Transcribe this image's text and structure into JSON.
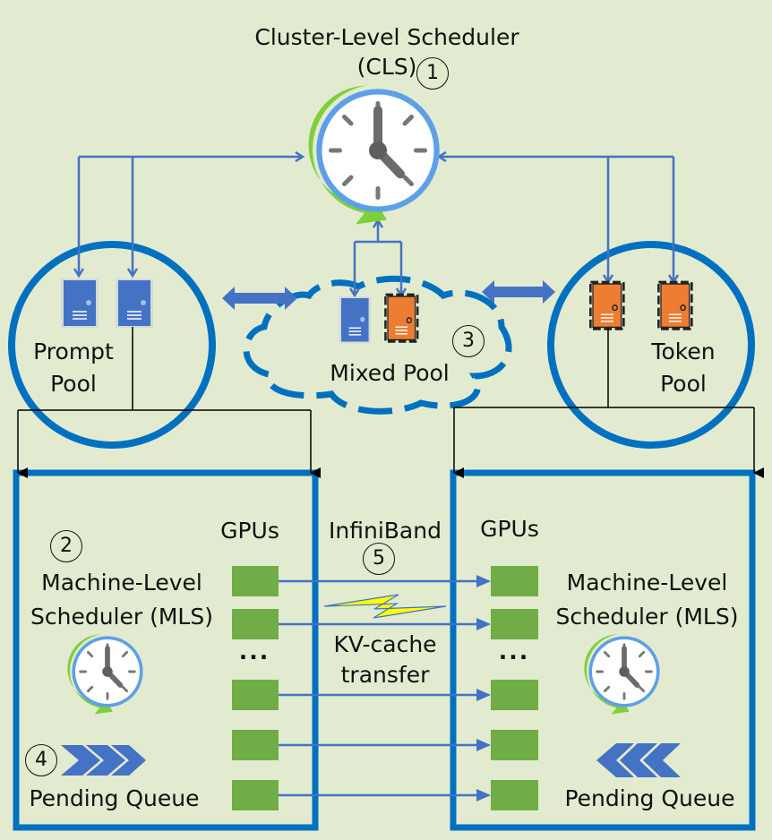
{
  "title": {
    "line1": "Cluster-Level Scheduler",
    "line2": "(CLS)"
  },
  "markers": {
    "cls": "1",
    "mls": "2",
    "mixed": "3",
    "queue": "4",
    "infiniband": "5"
  },
  "pools": {
    "prompt": {
      "line1": "Prompt",
      "line2": "Pool"
    },
    "mixed": {
      "label": "Mixed Pool"
    },
    "token": {
      "line1": "Token",
      "line2": "Pool"
    }
  },
  "machines": {
    "left": {
      "gpus_label": "GPUs",
      "mls_line1": "Machine-Level",
      "mls_line2": "Scheduler (MLS)",
      "queue_label": "Pending Queue",
      "ellipsis": "..."
    },
    "right": {
      "gpus_label": "GPUs",
      "mls_line1": "Machine-Level",
      "mls_line2": "Scheduler (MLS)",
      "queue_label": "Pending Queue",
      "ellipsis": "..."
    }
  },
  "link": {
    "name": "InfiniBand",
    "kv_line1": "KV-cache",
    "kv_line2": "transfer"
  },
  "colors": {
    "background": "#e2ebcf",
    "pool_blue": "#0070c0",
    "arrow_blue": "#4472c4",
    "prompt_server": "#4472c4",
    "token_server": "#ed7d31",
    "gpu": "#70ad47",
    "clock_ring": "#5ea0e8",
    "clock_arrow": "#7ed03a",
    "bolt": "#ffff00"
  }
}
